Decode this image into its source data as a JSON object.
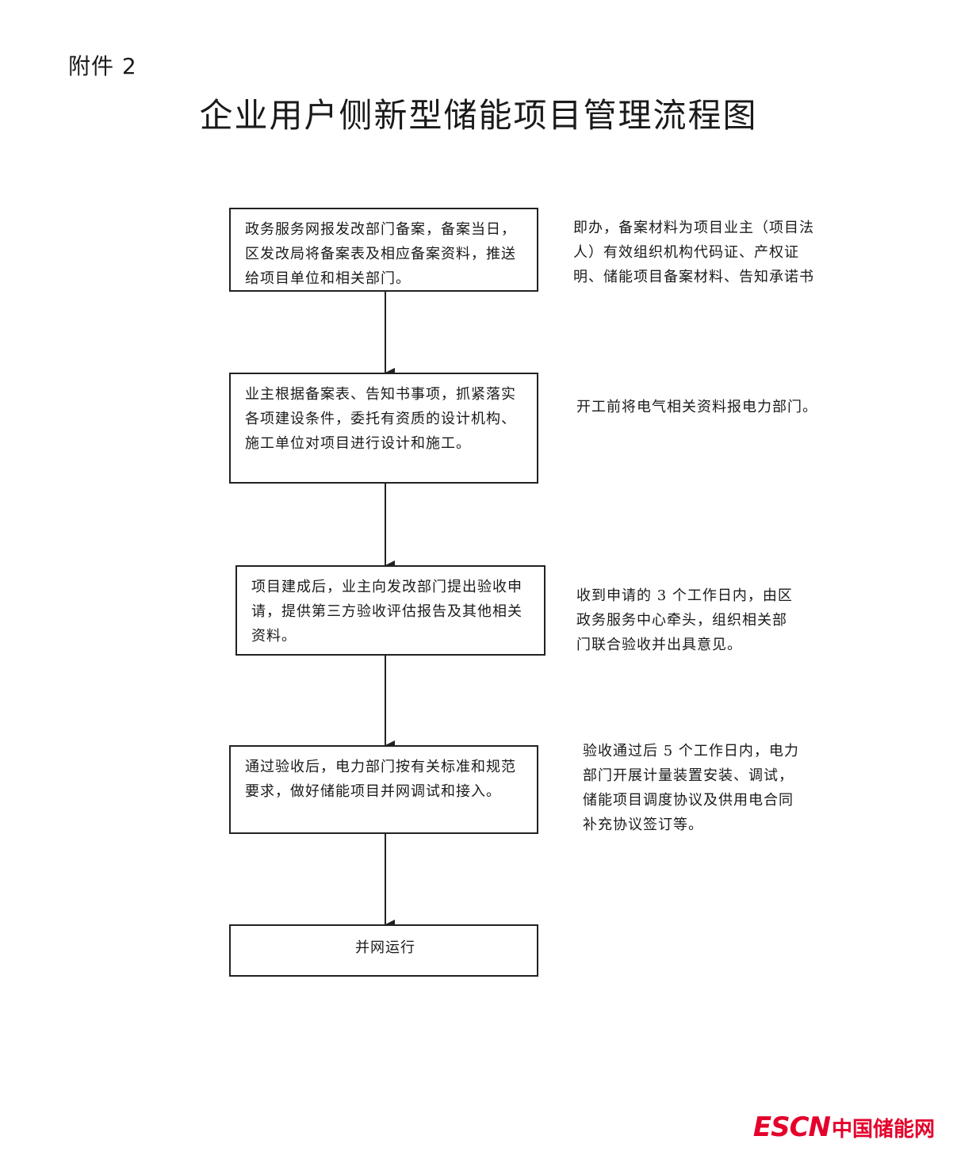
{
  "header": {
    "attachment_label": "附件 2",
    "title": "企业用户侧新型储能项目管理流程图"
  },
  "steps": [
    {
      "text": "政务服务网报发改部门备案，备案当日，区发改局将备案表及相应备案资料，推送给项目单位和相关部门。"
    },
    {
      "text": "业主根据备案表、告知书事项，抓紧落实各项建设条件，委托有资质的设计机构、施工单位对项目进行设计和施工。"
    },
    {
      "text": "项目建成后，业主向发改部门提出验收申请，提供第三方验收评估报告及其他相关资料。"
    },
    {
      "text": "通过验收后，电力部门按有关标准和规范要求，做好储能项目并网调试和接入。"
    },
    {
      "text": "并网运行"
    }
  ],
  "notes": [
    {
      "text": "即办，备案材料为项目业主（项目法人）有效组织机构代码证、产权证明、储能项目备案材料、告知承诺书"
    },
    {
      "text": "开工前将电气相关资料报电力部门。"
    },
    {
      "text": "收到申请的 3 个工作日内，由区政务服务中心牵头，组织相关部门联合验收并出具意见。"
    },
    {
      "text": "验收通过后 5 个工作日内，电力部门开展计量装置安装、调试，储能项目调度协议及供用电合同补充协议签订等。"
    }
  ],
  "logo": {
    "en": "ESCN",
    "cn": "中国储能网"
  },
  "colors": {
    "line": "#222222",
    "logo": "#e4002b"
  }
}
